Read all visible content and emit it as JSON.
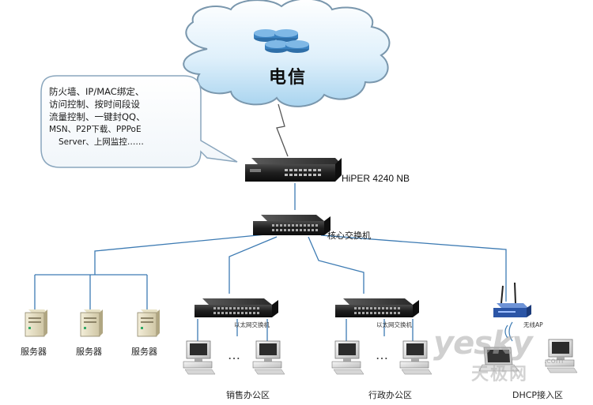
{
  "cloud": {
    "label": "电信"
  },
  "callout": {
    "lines": [
      "防火墙、IP/MAC绑定、",
      "访问控制、按时间段设",
      "流量控制、一键封QQ、",
      "MSN、P2P下载、PPPoE",
      "Server、上网监控……"
    ]
  },
  "router": {
    "label": "HiPER 4240 NB"
  },
  "core_switch": {
    "label": "核心交换机"
  },
  "access_switches": [
    {
      "label": "以太网交换机"
    },
    {
      "label": "以太网交换机"
    }
  ],
  "wireless_ap": {
    "label": "无线AP"
  },
  "servers": [
    {
      "label": "服务器"
    },
    {
      "label": "服务器"
    },
    {
      "label": "服务器"
    }
  ],
  "groups": [
    {
      "label": "销售办公区"
    },
    {
      "label": "行政办公区"
    },
    {
      "label": "DHCP接入区"
    }
  ],
  "ellipsis": "…",
  "watermark": {
    "brand": "yesky",
    "cn": "天极网",
    "com": ".com"
  },
  "colors": {
    "link": "#3d7bb3",
    "cloud_top": "#ffffff",
    "cloud_bottom": "#bfe1f5",
    "cloud_edge": "#6f8fa8",
    "device": "#1c1c1c"
  }
}
